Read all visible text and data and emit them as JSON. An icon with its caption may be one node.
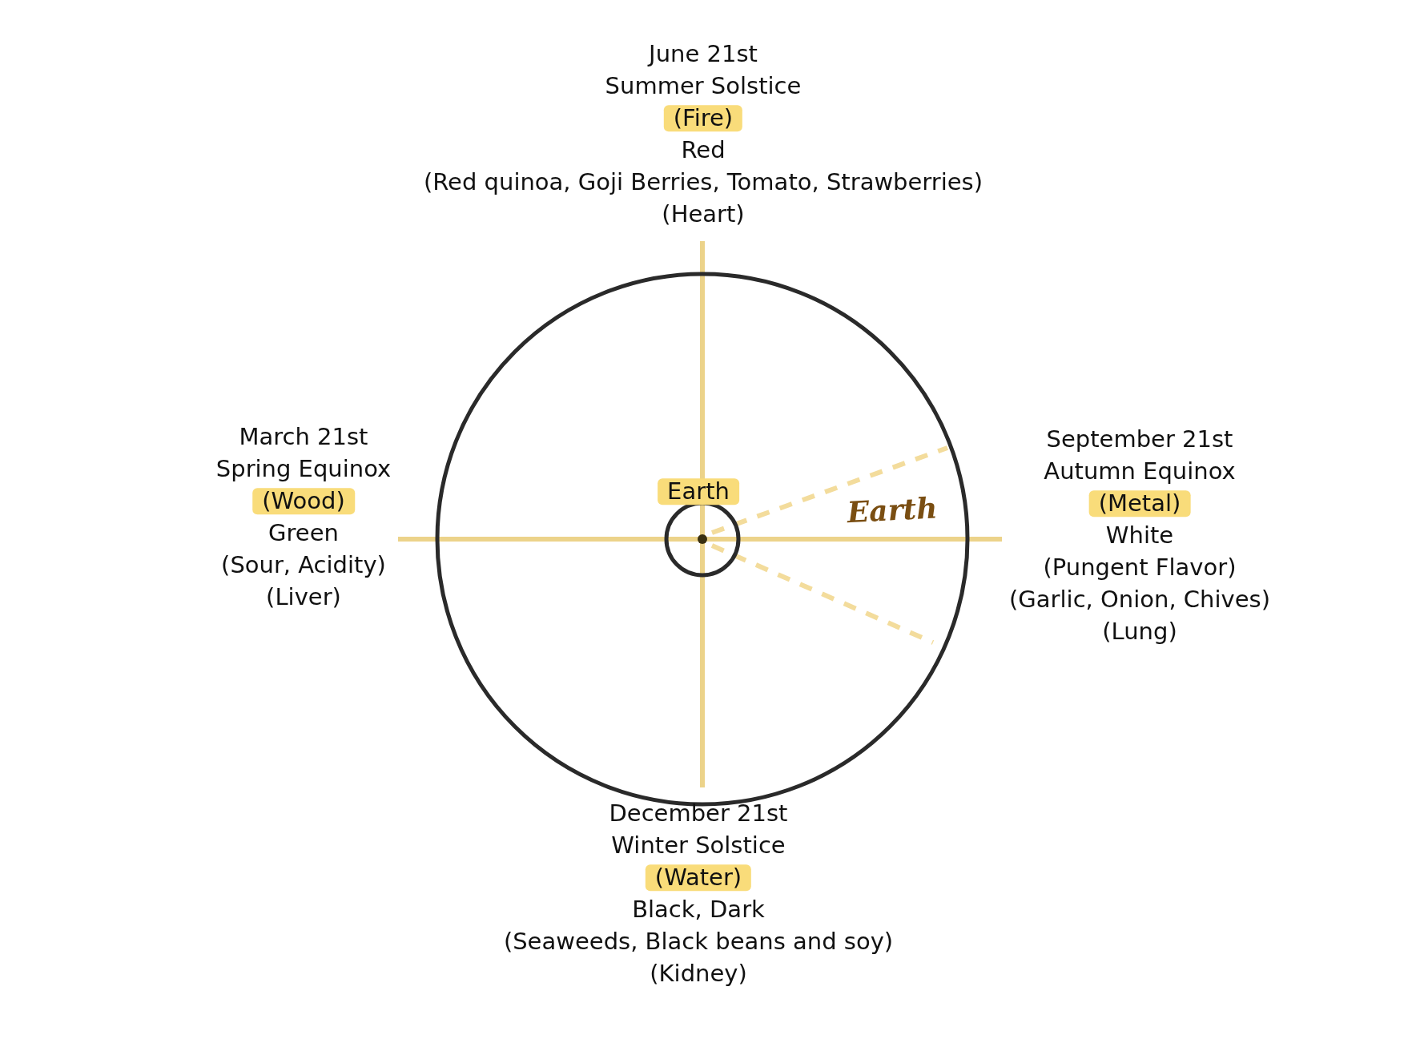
{
  "diagram": {
    "labels": [
      "June 21st",
      "Summer Solstice",
      "(Fire)",
      "Red",
      "(Red quinoa, Goji Berries, Tomato, Strawberries)",
      "(Heart)",
      "March 21st",
      "Spring Equinox",
      "(Wood)",
      "Green",
      "(Sour, Acidity)",
      "(Liver)",
      "Earth",
      "Earth",
      "September 21st",
      "Autumn Equinox",
      "(Metal)",
      "White",
      "(Pungent Flavor)",
      "(Garlic, Onion, Chives)",
      "(Lung)",
      "December 21st",
      "Winter Solstice",
      "(Water)",
      "Black, Dark",
      "(Seaweeds, Black beans and soy)",
      "(Kidney)"
    ]
  }
}
